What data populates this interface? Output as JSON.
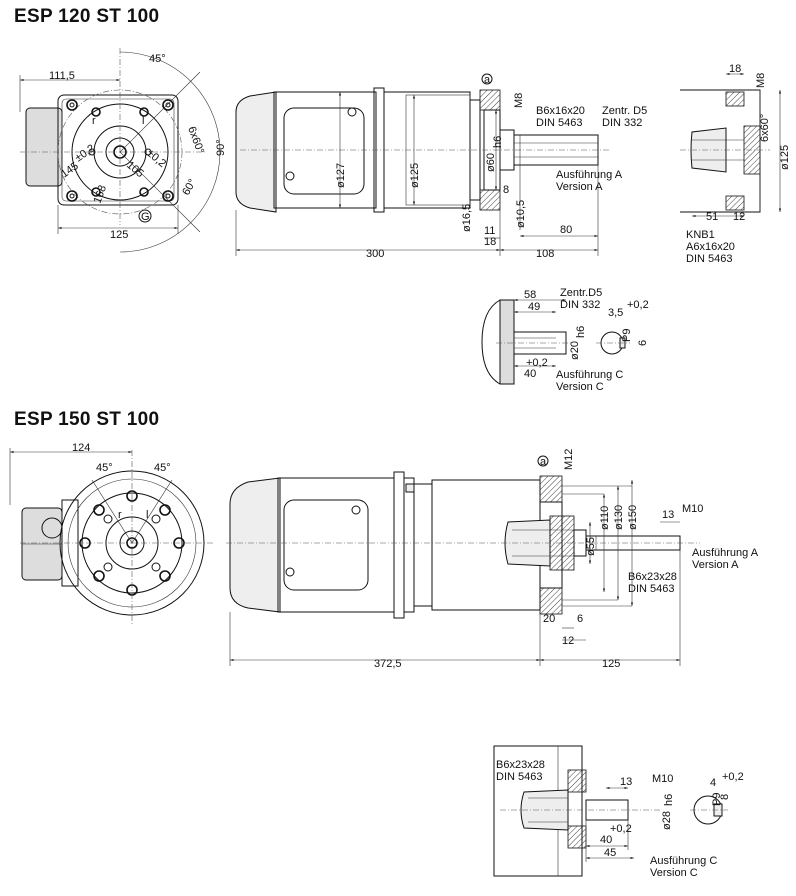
{
  "titles": {
    "esp120": "ESP 120 ST 100",
    "esp150": "ESP 150 ST 100"
  },
  "esp120": {
    "front": {
      "d_111_5": "111,5",
      "a45": "45°",
      "holes": "6x60°",
      "a90": "90°",
      "a60": "60°",
      "d145": "145",
      "tol1": "±0,2",
      "d105": "105",
      "tol2": "±0,2",
      "d168": "168",
      "d125": "125",
      "mark_g": "G",
      "r": "r",
      "l": "l"
    },
    "side": {
      "d127": "ø127",
      "d125": "ø125",
      "d60h6": "ø60",
      "h6": "h6",
      "d16_5": "ø16,5",
      "d10_5": "ø10,5",
      "m8": "M8",
      "d300": "300",
      "d108": "108",
      "d11": "11",
      "d18": "18",
      "d8": "8",
      "d80": "80",
      "mark_a": "a",
      "key1": "B6x16x20",
      "key2": "DIN 5463",
      "zentr1": "Zentr. D5",
      "zentr2": "DIN 332",
      "ausf1": "Ausführung A",
      "ausf2": "Version A"
    },
    "knb": {
      "d18": "18",
      "m8": "M8",
      "holes": "6x60°",
      "d125": "ø125",
      "d51": "51",
      "d12": "12",
      "k1": "KNB1",
      "k2": "A6x16x20",
      "k3": "DIN 5463"
    },
    "versionC": {
      "d58": "58",
      "d49": "49",
      "zentr1": "Zentr.D5",
      "zentr2": "DIN 332",
      "d3_5": "3,5",
      "tol": "+0,2",
      "d20": "ø20",
      "h6": "h6",
      "p9": "P9",
      "d6": "6",
      "tol2": "+0,2",
      "d40": "40",
      "ausf1": "Ausführung C",
      "ausf2": "Version C"
    }
  },
  "esp150": {
    "front": {
      "d124": "124",
      "a45a": "45°",
      "a45b": "45°",
      "r": "r",
      "l": "l"
    },
    "side": {
      "mark_a": "a",
      "m12": "M12",
      "d55": "ø55",
      "d110": "ø110",
      "d130": "ø130",
      "d150": "ø150",
      "d13": "13",
      "m10": "M10",
      "ausf1": "Ausführung A",
      "ausf2": "Version A",
      "key1": "B6x23x28",
      "key2": "DIN 5463",
      "d20": "20",
      "d6": "6",
      "d12": "12",
      "d372_5": "372,5",
      "d125": "125"
    },
    "versionC": {
      "key1": "B6x23x28",
      "key2": "DIN 5463",
      "d13": "13",
      "m10": "M10",
      "d4": "4",
      "tol": "+0,2",
      "d28": "ø28",
      "h6": "h6",
      "p9": "P9",
      "d8": "8",
      "tol2": "+0,2",
      "d40": "40",
      "d45": "45",
      "ausf1": "Ausführung C",
      "ausf2": "Version C"
    }
  }
}
